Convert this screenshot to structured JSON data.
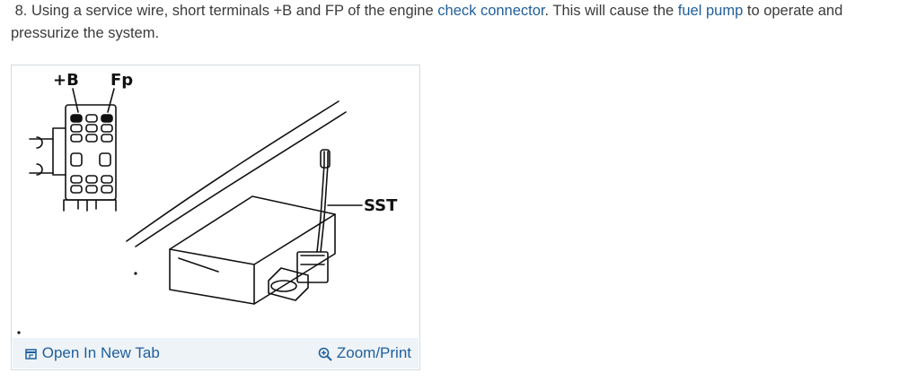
{
  "step": {
    "number": "8.",
    "text_before": "Using a service wire, short terminals +B and FP of the engine",
    "link_check_connector": "check connector",
    "text_middle": ". This will cause the",
    "link_fuel_pump": "fuel pump",
    "text_after": "to operate and pressurize the system."
  },
  "figure": {
    "label_plus_b": "+B",
    "label_fp": "Fp",
    "label_sst": "SST",
    "open_in_new_tab": "Open In New Tab",
    "zoom_print": "Zoom/Print",
    "open_tab_icon": "open-new-tab-icon",
    "zoom_icon": "magnifier-plus-icon"
  },
  "colors": {
    "link": "#1f5f9a",
    "footer_bg": "#eef3f8",
    "border": "#d4dbe2"
  }
}
